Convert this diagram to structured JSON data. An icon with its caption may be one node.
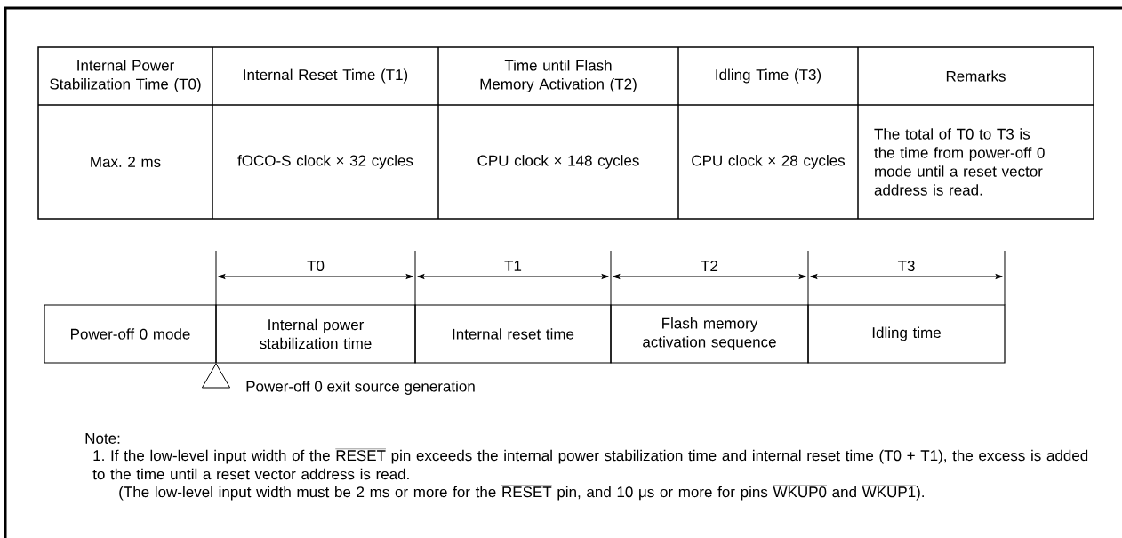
{
  "diagram": {
    "nodes": [
      {
        "text": [
          "Power-off 0 mode"
        ]
      },
      {
        "text": [
          "Internal power stabilization time"
        ]
      },
      {
        "text": [
          "Internal reset time"
        ]
      },
      {
        "text": [
          "Flash memory activation sequence"
        ]
      },
      {
        "text": [
          "Idling time"
        ]
      },
      {
        "text": [],
        "shape": "triangle",
        "beside": [
          "Power-off 0 exit source generation"
        ]
      }
    ],
    "labels": [
      "Internal Power Stabilization Time (T0)",
      "Internal Reset Time (T1)",
      "Time until Flash Memory Activation (T2)",
      "Idling Time (T3)",
      "Remarks",
      "Max. 2 ms",
      "fOCO-S clock × 32 cycles",
      "CPU clock × 148 cycles",
      "CPU clock × 28 cycles",
      "The total of T0 to T3 is the time from power-off 0 mode until a reset vector address is read.",
      "T0",
      "T1",
      "T2",
      "T3",
      "Note:",
      "1. If the low-level input width of the",
      "RESET",
      "pin exceeds the internal power stabilization time and internal reset time (T0 + T1), the excess is added to the time until a reset vector address is read.",
      "(The low-level input width must be 2 ms or more for the",
      "RESET",
      "pin, and 10 μs or more for pins",
      "WKUP0",
      "and",
      "WKUP1",
      ")."
    ]
  }
}
